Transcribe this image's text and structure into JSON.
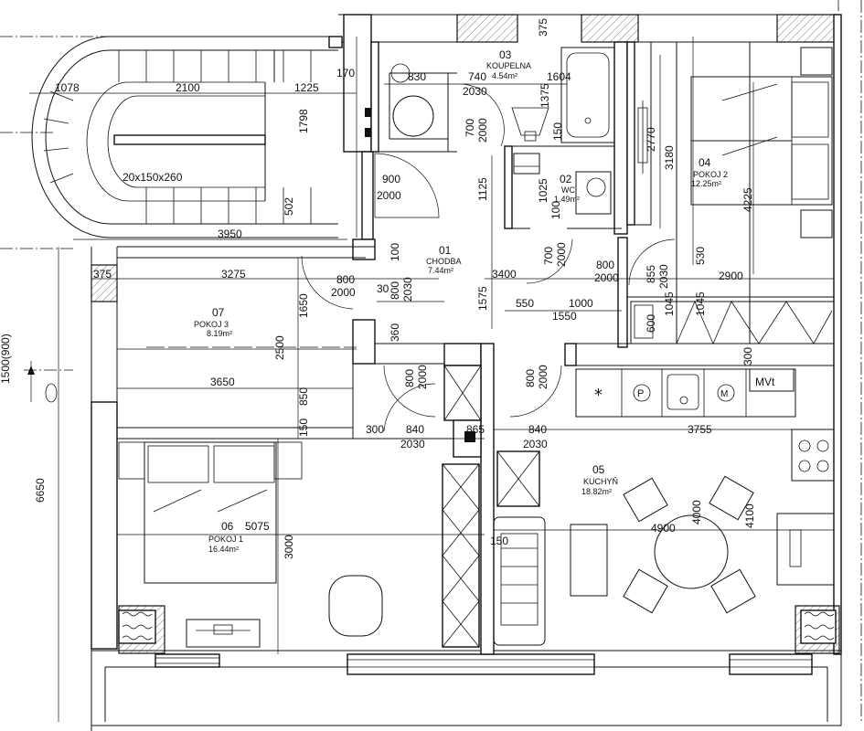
{
  "rooms": [
    {
      "no": "01",
      "name": "CHODBA",
      "area": "7.44m²"
    },
    {
      "no": "02",
      "name": "WC",
      "area": "1.49m²"
    },
    {
      "no": "03",
      "name": "KOUPELNA",
      "area": "4.54m²"
    },
    {
      "no": "04",
      "name": "POKOJ 2",
      "area": "12.25m²"
    },
    {
      "no": "05",
      "name": "KUCHYŇ",
      "area": "18.82m²"
    },
    {
      "no": "06",
      "name": "POKOJ 1",
      "area": "16.44m²"
    },
    {
      "no": "07",
      "name": "POKOJ 3",
      "area": "8.19m²"
    }
  ],
  "stair_label": "20x150x260",
  "kitchen_label": "MVt",
  "dims": {
    "d1078": "1078",
    "d2100": "2100",
    "d1225": "1225",
    "d170": "170",
    "d830": "830",
    "d740": "740",
    "d1604": "1604",
    "d2030a": "2030",
    "d375top": "375",
    "d1798": "1798",
    "d700a": "700",
    "d2000a": "2000",
    "d1375": "1375",
    "d150a": "150",
    "d2770": "2770",
    "d3180": "3180",
    "d4225": "4225",
    "d900": "900",
    "d2000b": "2000",
    "d502": "502",
    "d1125": "1125",
    "d1025": "1025",
    "d100a": "100",
    "d3950": "3950",
    "d375": "375",
    "d3275": "3275",
    "d800a": "800",
    "d2000c": "2000",
    "d100b": "100",
    "d30": "30",
    "d800b": "800",
    "d2030b": "2030",
    "d3400": "3400",
    "d700b": "700",
    "d2000d": "2000",
    "d800c": "800",
    "d2000e": "2000",
    "d855": "855",
    "d2030c": "2030",
    "d530": "530",
    "d2900": "2900",
    "d1650": "1650",
    "d1575": "1575",
    "d550": "550",
    "d1000": "1000",
    "d1550": "1550",
    "d1045a": "1045",
    "d1045b": "1045",
    "d600": "600",
    "d2500": "2500",
    "d360": "360",
    "d300a": "300",
    "d3650": "3650",
    "d800d": "800",
    "d2000f": "2000",
    "d800e": "800",
    "d2000g": "2000",
    "d850": "850",
    "d150b": "150",
    "d300b": "300",
    "d840a": "840",
    "d865": "865",
    "d840b": "840",
    "d3755": "3755",
    "d2030d": "2030",
    "d2030e": "2030",
    "d5075": "5075",
    "d3000": "3000",
    "d150c": "150",
    "d4000": "4000",
    "d4100": "4100",
    "d4900": "4900",
    "d6650": "6650",
    "d1500": "1500(900)"
  }
}
